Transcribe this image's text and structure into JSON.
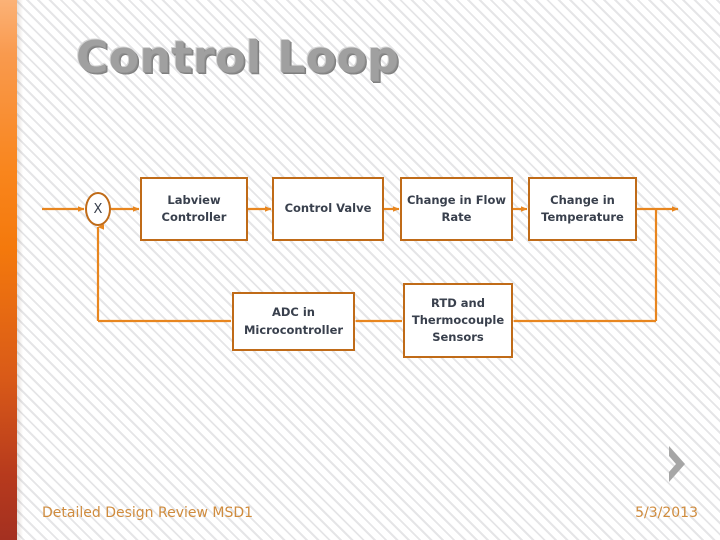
{
  "slide": {
    "title": "Control Loop",
    "background_color": "#fdfdfd",
    "accent_color": "#f4790c",
    "box_border_color": "#c06b18",
    "box_text_color": "#39404d",
    "title_color": "#a0a0a0",
    "footer_color": "#d08c3e"
  },
  "diagram": {
    "type": "block-diagram",
    "summing_junction": {
      "label": "X"
    },
    "forward_path": [
      {
        "id": "labview",
        "label": "Labview\nController"
      },
      {
        "id": "valve",
        "label": "Control Valve"
      },
      {
        "id": "flow",
        "label": "Change in Flow\nRate"
      },
      {
        "id": "temp",
        "label": "Change in\nTemperature"
      }
    ],
    "feedback_path": [
      {
        "id": "rtd",
        "label": "RTD and\nThermocouple\nSensors"
      },
      {
        "id": "adc",
        "label": "ADC in\nMicrocontroller"
      }
    ],
    "labels": {
      "labview": "Labview Controller",
      "valve": "Control Valve",
      "flow": "Change in Flow Rate",
      "temp": "Change in Temperature",
      "adc": "ADC in Microcontroller",
      "rtd": "RTD and Thermocouple Sensors"
    }
  },
  "footer": {
    "left_text": "Detailed Design Review MSD1",
    "date": "5/3/2013",
    "chevron_icon": "chevron-right-icon"
  }
}
